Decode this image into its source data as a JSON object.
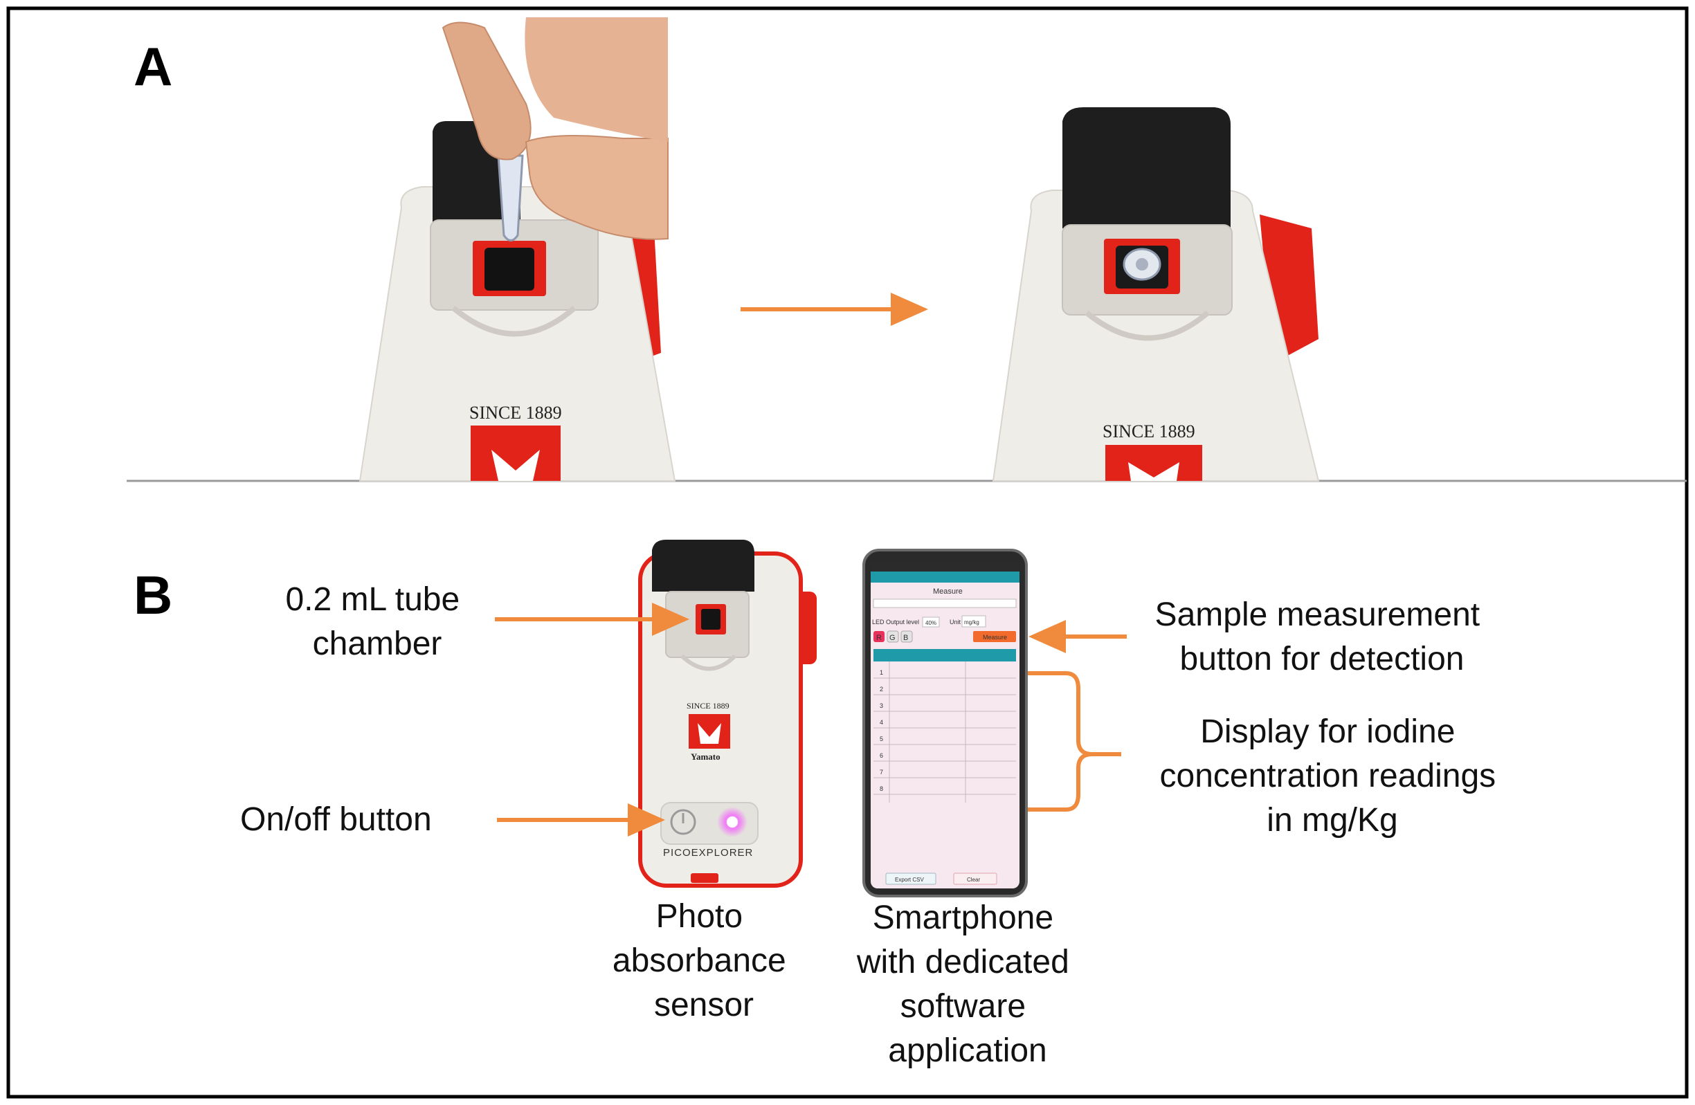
{
  "panels": {
    "a_letter": "A",
    "b_letter": "B"
  },
  "device": {
    "logo_caption": "SINCE 1889",
    "brand_small": "Yamato",
    "product_name": "PICOEXPLORER"
  },
  "app_screen": {
    "title": "Measure",
    "led_label": "LED Output level",
    "led_value": "40%",
    "unit_label": "Unit",
    "unit_value": "mg/kg",
    "rgb": [
      "R",
      "G",
      "B"
    ],
    "measure_button": "Measure",
    "rows": [
      "1",
      "2",
      "3",
      "4",
      "5",
      "6",
      "7",
      "8"
    ],
    "export_button": "Export CSV",
    "clear_button": "Clear"
  },
  "labels": {
    "tube_chamber": [
      "0.2 mL tube",
      "chamber"
    ],
    "on_off": "On/off button",
    "sample_measurement": [
      "Sample measurement",
      "button for detection"
    ],
    "display": [
      "Display for iodine",
      "concentration readings",
      "in mg/Kg"
    ],
    "sensor_caption": [
      "Photo",
      "absorbance",
      "sensor"
    ],
    "phone_caption": [
      "Smartphone",
      "with dedicated",
      "software",
      "application"
    ]
  },
  "colors": {
    "arrow": "#F08A3C",
    "device_red": "#E2231A",
    "device_body": "#EFEDE8",
    "lid": "#1E1E1E",
    "screen": "#F6E8EE",
    "app_header": "#1F9AA8"
  }
}
